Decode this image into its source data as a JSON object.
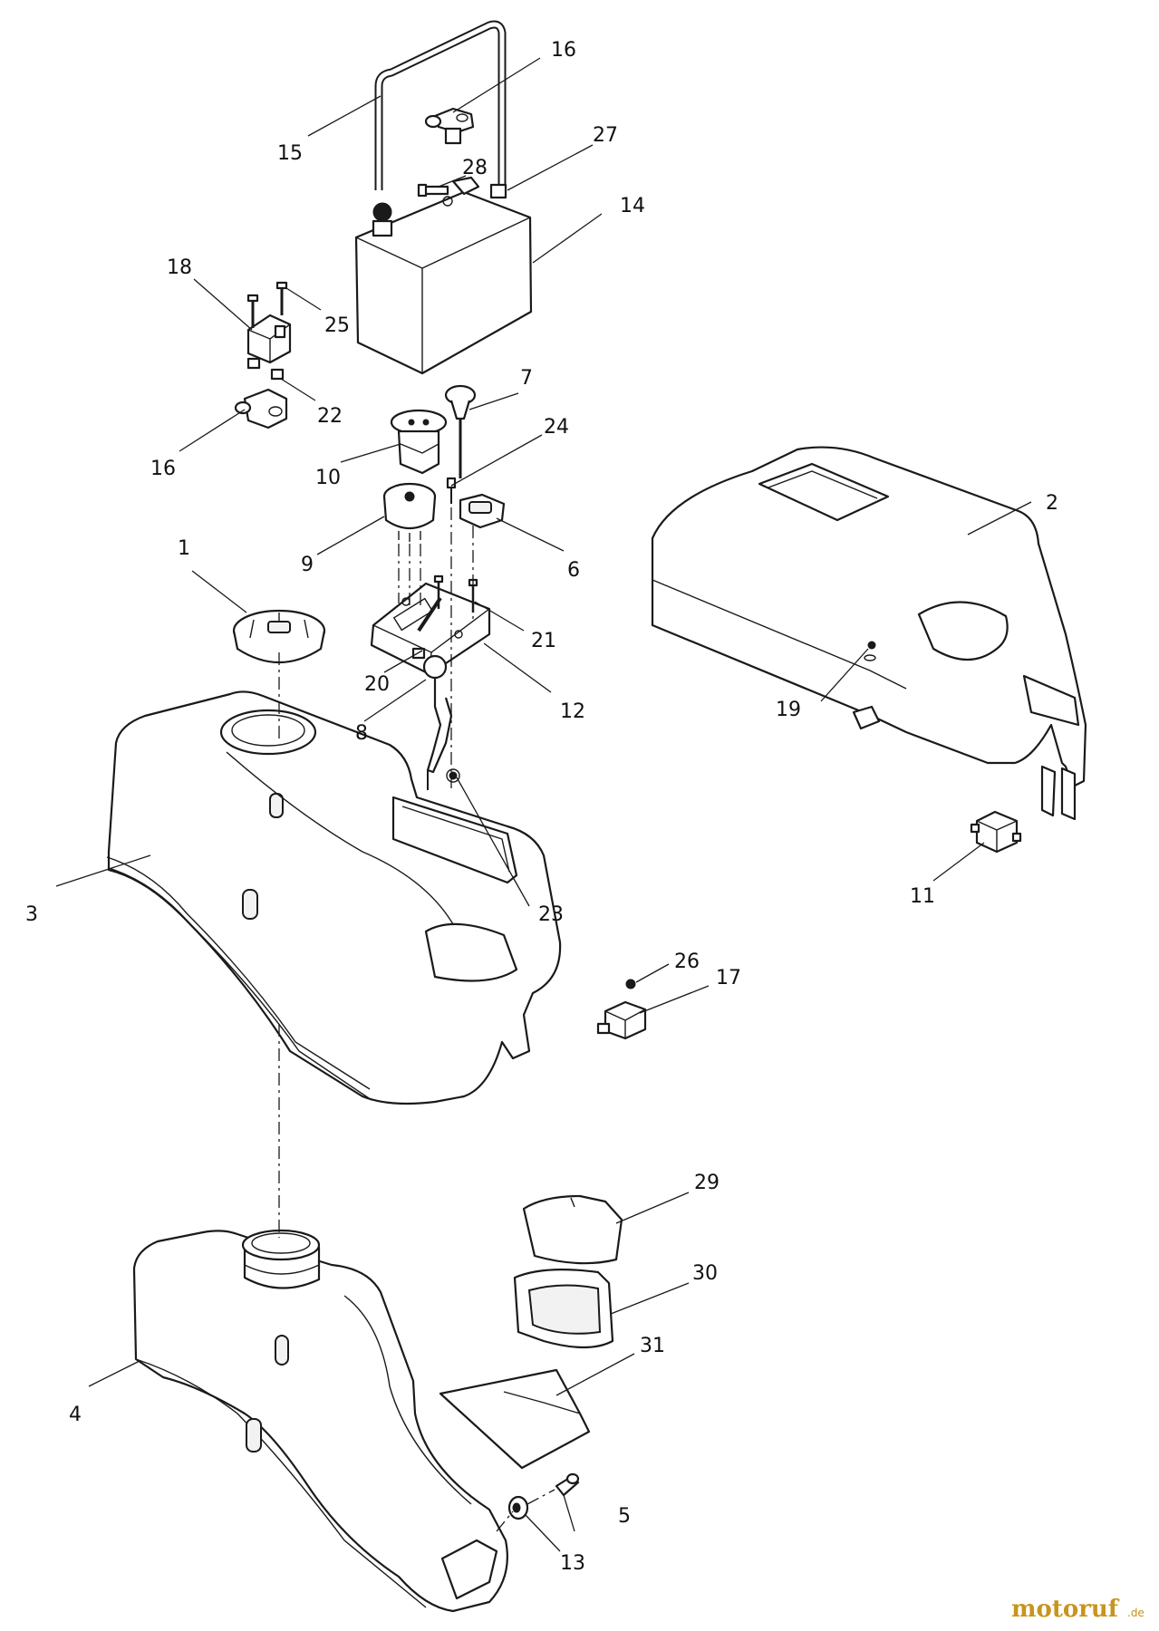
{
  "diagram": {
    "type": "exploded parts diagram",
    "callouts": {
      "c1": "1",
      "c2": "2",
      "c3": "3",
      "c4": "4",
      "c5": "5",
      "c6": "6",
      "c7": "7",
      "c8": "8",
      "c9": "9",
      "c10": "10",
      "c11": "11",
      "c12": "12",
      "c13": "13",
      "c14": "14",
      "c15": "15",
      "c16a": "16",
      "c16b": "16",
      "c17": "17",
      "c18": "18",
      "c19": "19",
      "c20": "20",
      "c21": "21",
      "c22": "22",
      "c23": "23",
      "c24": "24",
      "c25": "25",
      "c26": "26",
      "c27": "27",
      "c28": "28",
      "c29": "29",
      "c30": "30",
      "c31": "31"
    }
  },
  "watermark": {
    "brand": "motoruf",
    "suffix": ".de",
    "color": "#c8941c"
  }
}
